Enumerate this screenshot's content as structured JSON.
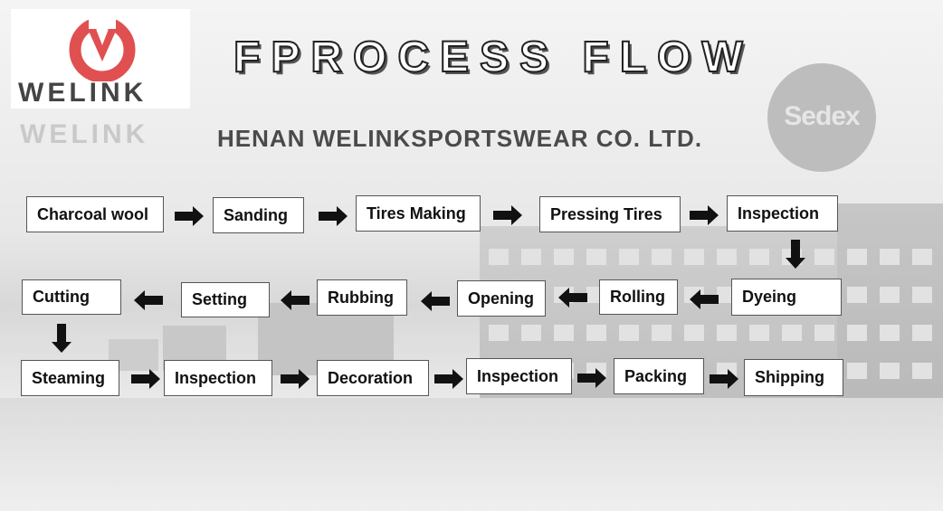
{
  "header": {
    "logo_text": "WELINK",
    "logo_ghost_text": "WELINK",
    "title": "FPROCESS FLOW",
    "subtitle": "HENAN WELINKSPORTSWEAR CO. LTD.",
    "seal_text": "Sedex"
  },
  "colors": {
    "logo_red": "#e05050",
    "box_border": "#555555",
    "arrow": "#111111"
  },
  "steps": [
    "Charcoal wool",
    "Sanding",
    "Tires Making",
    "Pressing Tires",
    "Inspection",
    "Dyeing",
    "Rolling",
    "Opening",
    "Rubbing",
    "Setting",
    "Cutting",
    "Steaming",
    "Inspection",
    "Decoration",
    "Inspection",
    "Packing",
    "Shipping"
  ]
}
